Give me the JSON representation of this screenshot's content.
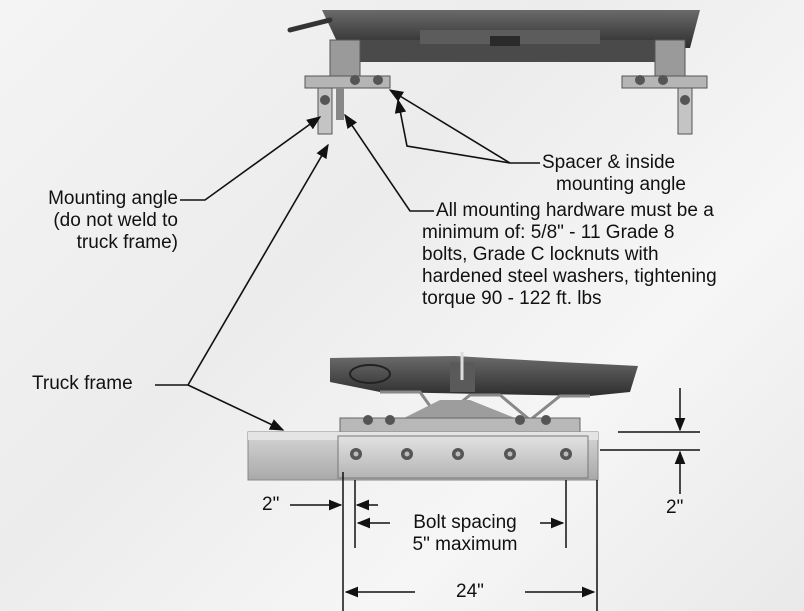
{
  "labels": {
    "spacer": [
      "Spacer & inside",
      "mounting angle"
    ],
    "mounting_angle": [
      "Mounting angle",
      "(do not weld to",
      "truck frame)"
    ],
    "hardware": [
      "All mounting hardware must be a",
      "minimum of: 5/8\" - 11 Grade 8",
      "bolts, Grade C locknuts with",
      "hardened steel washers, tightening",
      "torque 90 - 122 ft. lbs"
    ],
    "truck_frame": "Truck frame",
    "edge_dim_left": "2\"",
    "edge_dim_right": "2\"",
    "bolt_spacing": [
      "Bolt spacing",
      "5\" maximum"
    ],
    "length_dim": "24\""
  },
  "colors": {
    "ink": "#111111",
    "metal_dark": "#3a3a3a",
    "metal_mid": "#8a8a8a",
    "metal_light": "#bdbdbd",
    "frame": "#c8c8c8"
  }
}
